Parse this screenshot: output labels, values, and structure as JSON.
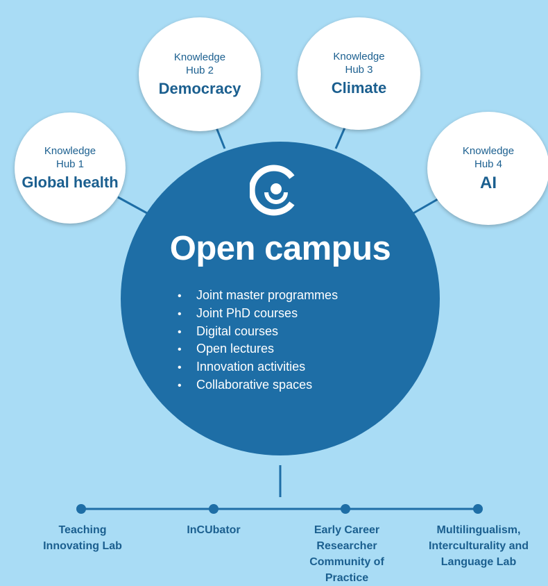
{
  "hubs": [
    {
      "line1": "Knowledge",
      "line2": "Hub 1",
      "name": "Global health"
    },
    {
      "line1": "Knowledge",
      "line2": "Hub 2",
      "name": "Democracy"
    },
    {
      "line1": "Knowledge",
      "line2": "Hub 3",
      "name": "Climate"
    },
    {
      "line1": "Knowledge",
      "line2": "Hub 4",
      "name": "AI"
    }
  ],
  "center": {
    "title": "Open campus",
    "bullet": "•",
    "items": [
      "Joint master programmes",
      "Joint PhD courses",
      "Digital courses",
      "Open lectures",
      "Innovation activities",
      "Collaborative spaces"
    ]
  },
  "labs": [
    {
      "lines": [
        "Teaching",
        "Innovating Lab"
      ]
    },
    {
      "lines": [
        "InCUbator"
      ]
    },
    {
      "lines": [
        "Early Career",
        "Researcher",
        "Community of",
        "Practice"
      ]
    },
    {
      "lines": [
        "Multilingualism,",
        "Interculturality and",
        "Language Lab"
      ]
    }
  ],
  "colors": {
    "background": "#a9dcf5",
    "main_circle": "#1e6ea6",
    "hub_circle": "#ffffff",
    "hub_text": "#1b5f8f",
    "connector": "#1e6ea6"
  },
  "icons": {
    "logo": "open-campus-logo-icon"
  }
}
